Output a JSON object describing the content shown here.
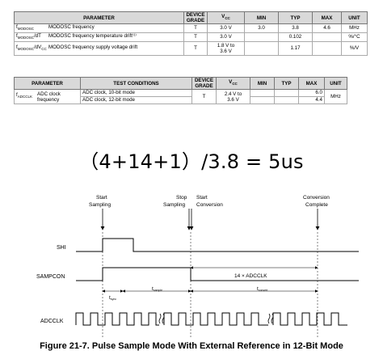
{
  "table1": {
    "headers": [
      "PARAMETER",
      "DEVICE GRADE",
      "VCC",
      "MIN",
      "TYP",
      "MAX",
      "UNIT"
    ],
    "rows": [
      {
        "symbol_main": "f",
        "symbol_sub": "MODOSC",
        "symbol_rest": "",
        "param": "MODOSC frequency",
        "grade": "T",
        "vcc": "3.0 V",
        "min": "3.0",
        "typ": "3.8",
        "max": "4.6",
        "unit": "MHz"
      },
      {
        "symbol_main": "f",
        "symbol_sub": "MODOSC",
        "symbol_rest": "/dT",
        "param": "MODOSC frequency temperature drift⁽¹⁾",
        "grade": "T",
        "vcc": "3.0 V",
        "min": "",
        "typ": "0.102",
        "max": "",
        "unit": "%/°C"
      },
      {
        "symbol_main": "f",
        "symbol_sub": "MODOSC",
        "symbol_rest": "/dV",
        "symbol_sub2": "CC",
        "param": "MODOSC frequency supply voltage drift",
        "grade": "T",
        "vcc": "1.8 V to\n3.6 V",
        "min": "",
        "typ": "1.17",
        "max": "",
        "unit": "%/V"
      }
    ]
  },
  "table2": {
    "headers": [
      "PARAMETER",
      "TEST CONDITIONS",
      "DEVICE GRADE",
      "VCC",
      "MIN",
      "TYP",
      "MAX",
      "UNIT"
    ],
    "symbol_main": "f",
    "symbol_sub": "ADCCLK",
    "param": "ADC clock\nfrequency",
    "cond1": "ADC clock, 10-bit mode",
    "cond2": "ADC clock, 12-bit mode",
    "grade": "T",
    "vcc": "2.4 V to\n3.6 V",
    "max1": "6.0",
    "max2": "4.4",
    "unit": "MHz"
  },
  "formula": "（4+14+1）/3.8 = 5us",
  "timing": {
    "labels": {
      "start_sampling": "Start\nSampling",
      "stop_sampling": "Stop\nSampling",
      "start_conversion": "Start\nConversion",
      "conversion_complete": "Conversion\nComplete"
    },
    "signals": {
      "shi": "SHI",
      "sampcon": "SAMPCON",
      "adcclk": "ADCCLK"
    },
    "adcclk_count": "14 × ADCCLK",
    "t_sync": "t",
    "t_sync_sub": "sync",
    "t_sample": "t",
    "t_sample_sub": "sample",
    "t_convert": "t",
    "t_convert_sub": "convert"
  },
  "caption": "Figure 21-7. Pulse Sample Mode With External Reference in 12-Bit Mode"
}
